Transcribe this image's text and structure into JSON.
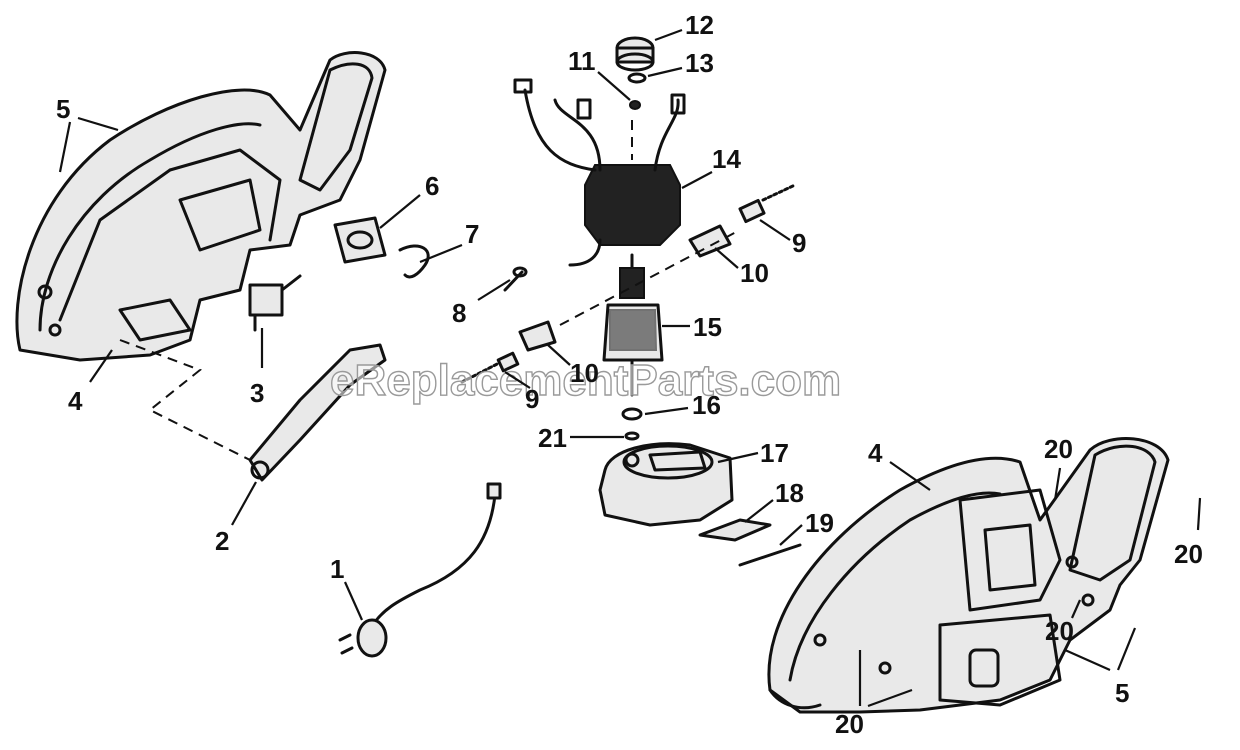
{
  "diagram": {
    "watermark": "eReplacementParts.com",
    "callouts": [
      {
        "id": "c1a",
        "label": "1"
      },
      {
        "id": "c2a",
        "label": "2"
      },
      {
        "id": "c3a",
        "label": "3"
      },
      {
        "id": "c4a",
        "label": "4"
      },
      {
        "id": "c4b",
        "label": "4"
      },
      {
        "id": "c5a",
        "label": "5"
      },
      {
        "id": "c5b",
        "label": "5"
      },
      {
        "id": "c6a",
        "label": "6"
      },
      {
        "id": "c7a",
        "label": "7"
      },
      {
        "id": "c8a",
        "label": "8"
      },
      {
        "id": "c9a",
        "label": "9"
      },
      {
        "id": "c9b",
        "label": "9"
      },
      {
        "id": "c10a",
        "label": "10"
      },
      {
        "id": "c10b",
        "label": "10"
      },
      {
        "id": "c11a",
        "label": "11"
      },
      {
        "id": "c12a",
        "label": "12"
      },
      {
        "id": "c13a",
        "label": "13"
      },
      {
        "id": "c14a",
        "label": "14"
      },
      {
        "id": "c15a",
        "label": "15"
      },
      {
        "id": "c16a",
        "label": "16"
      },
      {
        "id": "c17a",
        "label": "17"
      },
      {
        "id": "c18a",
        "label": "18"
      },
      {
        "id": "c19a",
        "label": "19"
      },
      {
        "id": "c20a",
        "label": "20"
      },
      {
        "id": "c20b",
        "label": "20"
      },
      {
        "id": "c20c",
        "label": "20"
      },
      {
        "id": "c20d",
        "label": "20"
      },
      {
        "id": "c21a",
        "label": "21"
      }
    ]
  }
}
